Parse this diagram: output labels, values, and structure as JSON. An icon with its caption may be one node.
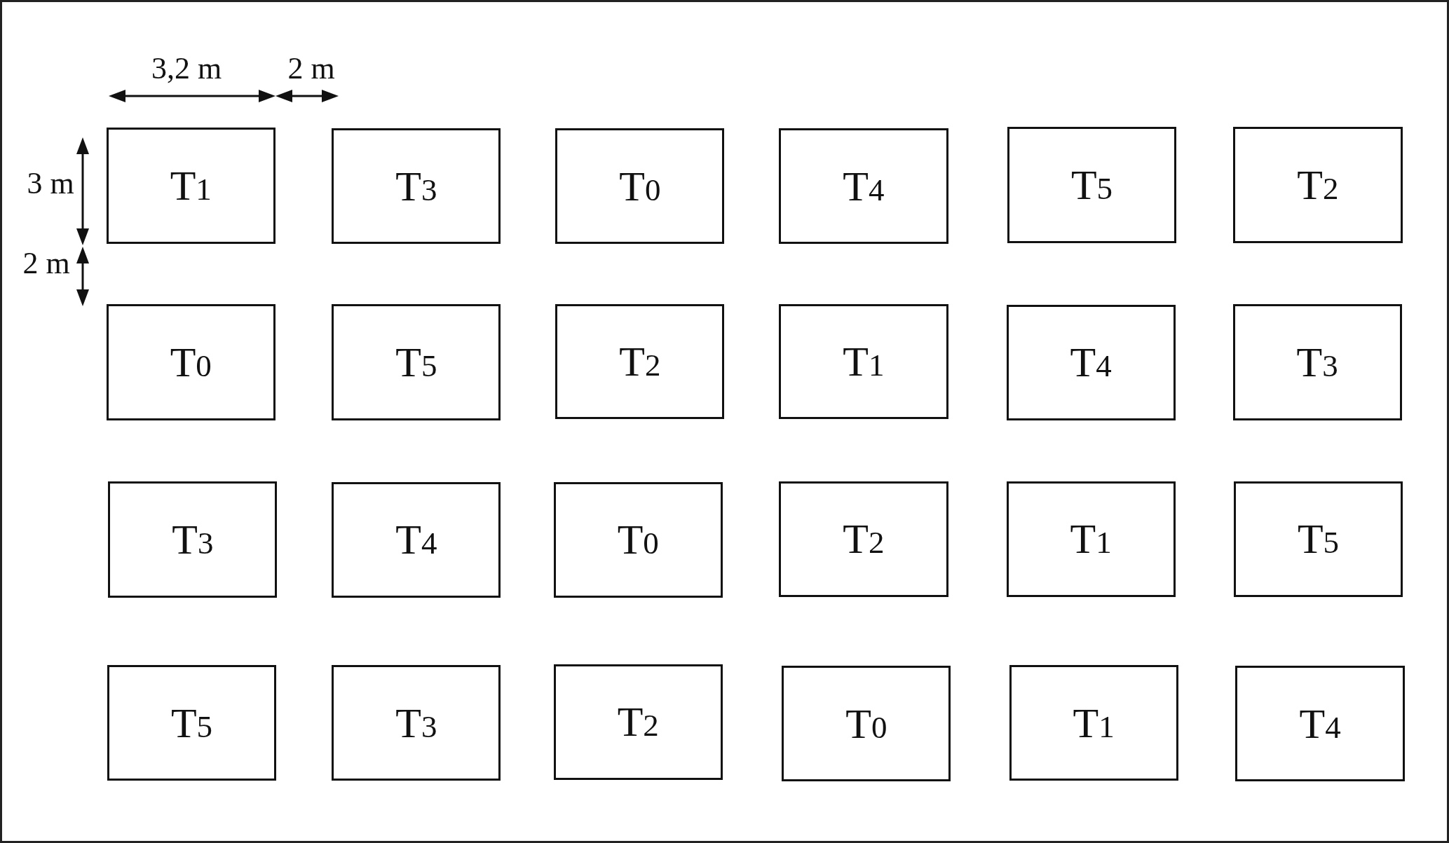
{
  "diagram": {
    "nodes": [
      {
        "text": [
          "T$_{1}$"
        ]
      },
      {
        "text": [
          "T$_{3}$"
        ]
      },
      {
        "text": [
          "T$_{0}$"
        ]
      },
      {
        "text": [
          "T$_{4}$"
        ]
      },
      {
        "text": [
          "T$_{5}$"
        ]
      },
      {
        "text": [
          "T$_{2}$"
        ]
      },
      {
        "text": [
          "T$_{0}$"
        ]
      },
      {
        "text": [
          "T$_{5}$"
        ]
      },
      {
        "text": [
          "T$_{2}$"
        ]
      },
      {
        "text": [
          "T$_{1}$"
        ]
      },
      {
        "text": [
          "T$_{4}$"
        ]
      },
      {
        "text": [
          "T$_{3}$"
        ]
      },
      {
        "text": [
          "T$_{3}$"
        ]
      },
      {
        "text": [
          "T$_{4}$"
        ]
      },
      {
        "text": [
          "T$_{0}$"
        ]
      },
      {
        "text": [
          "T$_{2}$"
        ]
      },
      {
        "text": [
          "T$_{1}$"
        ]
      },
      {
        "text": [
          "T$_{5}$"
        ]
      },
      {
        "text": [
          "T$_{5}$"
        ]
      },
      {
        "text": [
          "T$_{3}$"
        ]
      },
      {
        "text": [
          "T$_{2}$"
        ]
      },
      {
        "text": [
          "T$_{0}$"
        ]
      },
      {
        "text": [
          "T$_{1}$"
        ]
      },
      {
        "text": [
          "T$_{4}$"
        ]
      }
    ],
    "labels": [
      "3,2 m",
      "2 m",
      "3 m",
      "2 m"
    ]
  }
}
